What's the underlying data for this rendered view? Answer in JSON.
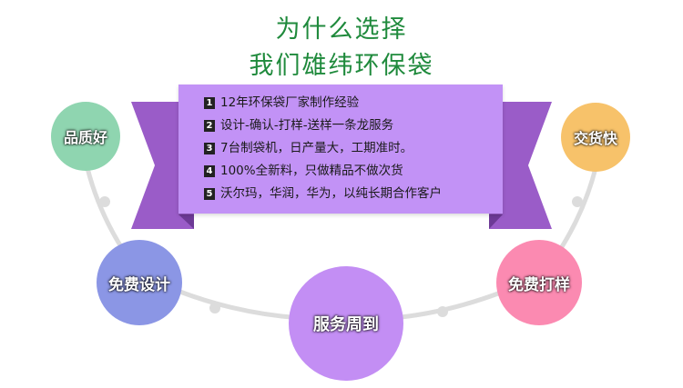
{
  "title": {
    "line1": "为什么选择",
    "line2": "我们雄纬环保袋"
  },
  "features": [
    {
      "num": "1",
      "text": "12年环保袋厂家制作经验"
    },
    {
      "num": "2",
      "text": "设计-确认-打样-送样一条龙服务"
    },
    {
      "num": "3",
      "text": "7台制袋机，日产量大，工期准时。"
    },
    {
      "num": "4",
      "text": "100%全新料，只做精品不做次货"
    },
    {
      "num": "5",
      "text": "沃尔玛，华润，华为，以纯长期合作客户"
    }
  ],
  "circles": {
    "quality": "品质好",
    "fast": "交货快",
    "design": "免费设计",
    "sample": "免费打样",
    "service": "服务周到"
  },
  "colors": {
    "title": "#1f8a3c",
    "panel": "#c292f6",
    "ribbon_dark": "#9a5cc8",
    "quality": "#8fd5b0",
    "fast": "#f7c26a",
    "design": "#8b96e5",
    "sample": "#fb8ab1",
    "service": "#c38ef4"
  }
}
